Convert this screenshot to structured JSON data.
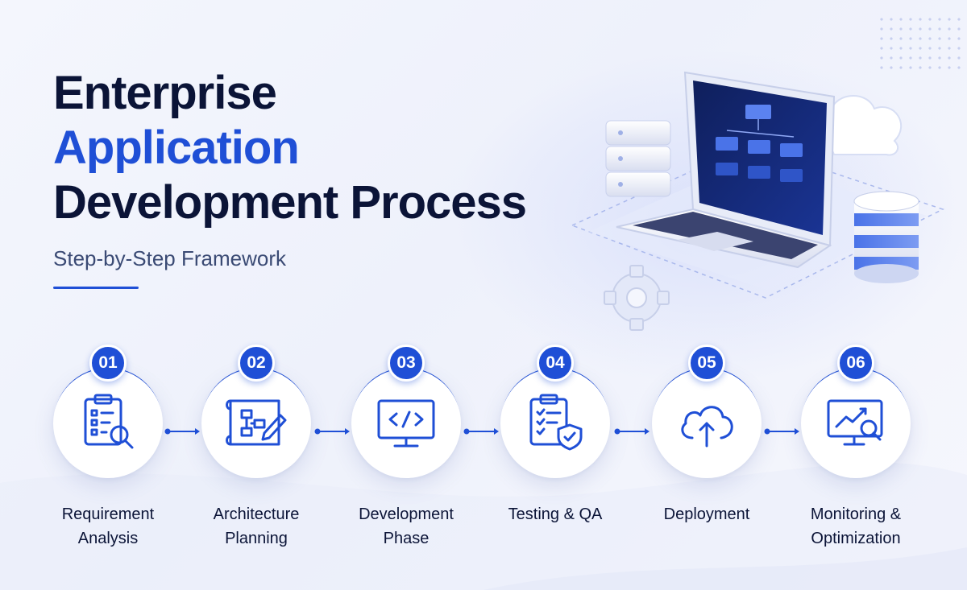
{
  "title": {
    "line1": "Enterprise",
    "line2": "Application",
    "line3": "Development Process"
  },
  "subtitle": "Step-by-Step Framework",
  "colors": {
    "accent": "#1f4fd6",
    "dark": "#0b1437",
    "muted": "#3a4a74"
  },
  "steps": [
    {
      "number": "01",
      "line1": "Requirement",
      "line2": "Analysis",
      "icon": "clipboard-search-icon"
    },
    {
      "number": "02",
      "line1": "Architecture",
      "line2": "Planning",
      "icon": "blueprint-pencil-icon"
    },
    {
      "number": "03",
      "line1": "Development",
      "line2": "Phase",
      "icon": "code-monitor-icon"
    },
    {
      "number": "04",
      "line1": "Testing & QA",
      "line2": "",
      "icon": "checklist-shield-icon"
    },
    {
      "number": "05",
      "line1": "Deployment",
      "line2": "",
      "icon": "cloud-upload-icon"
    },
    {
      "number": "06",
      "line1": "Monitoring &",
      "line2": "Optimization",
      "icon": "monitor-analytics-icon"
    }
  ]
}
